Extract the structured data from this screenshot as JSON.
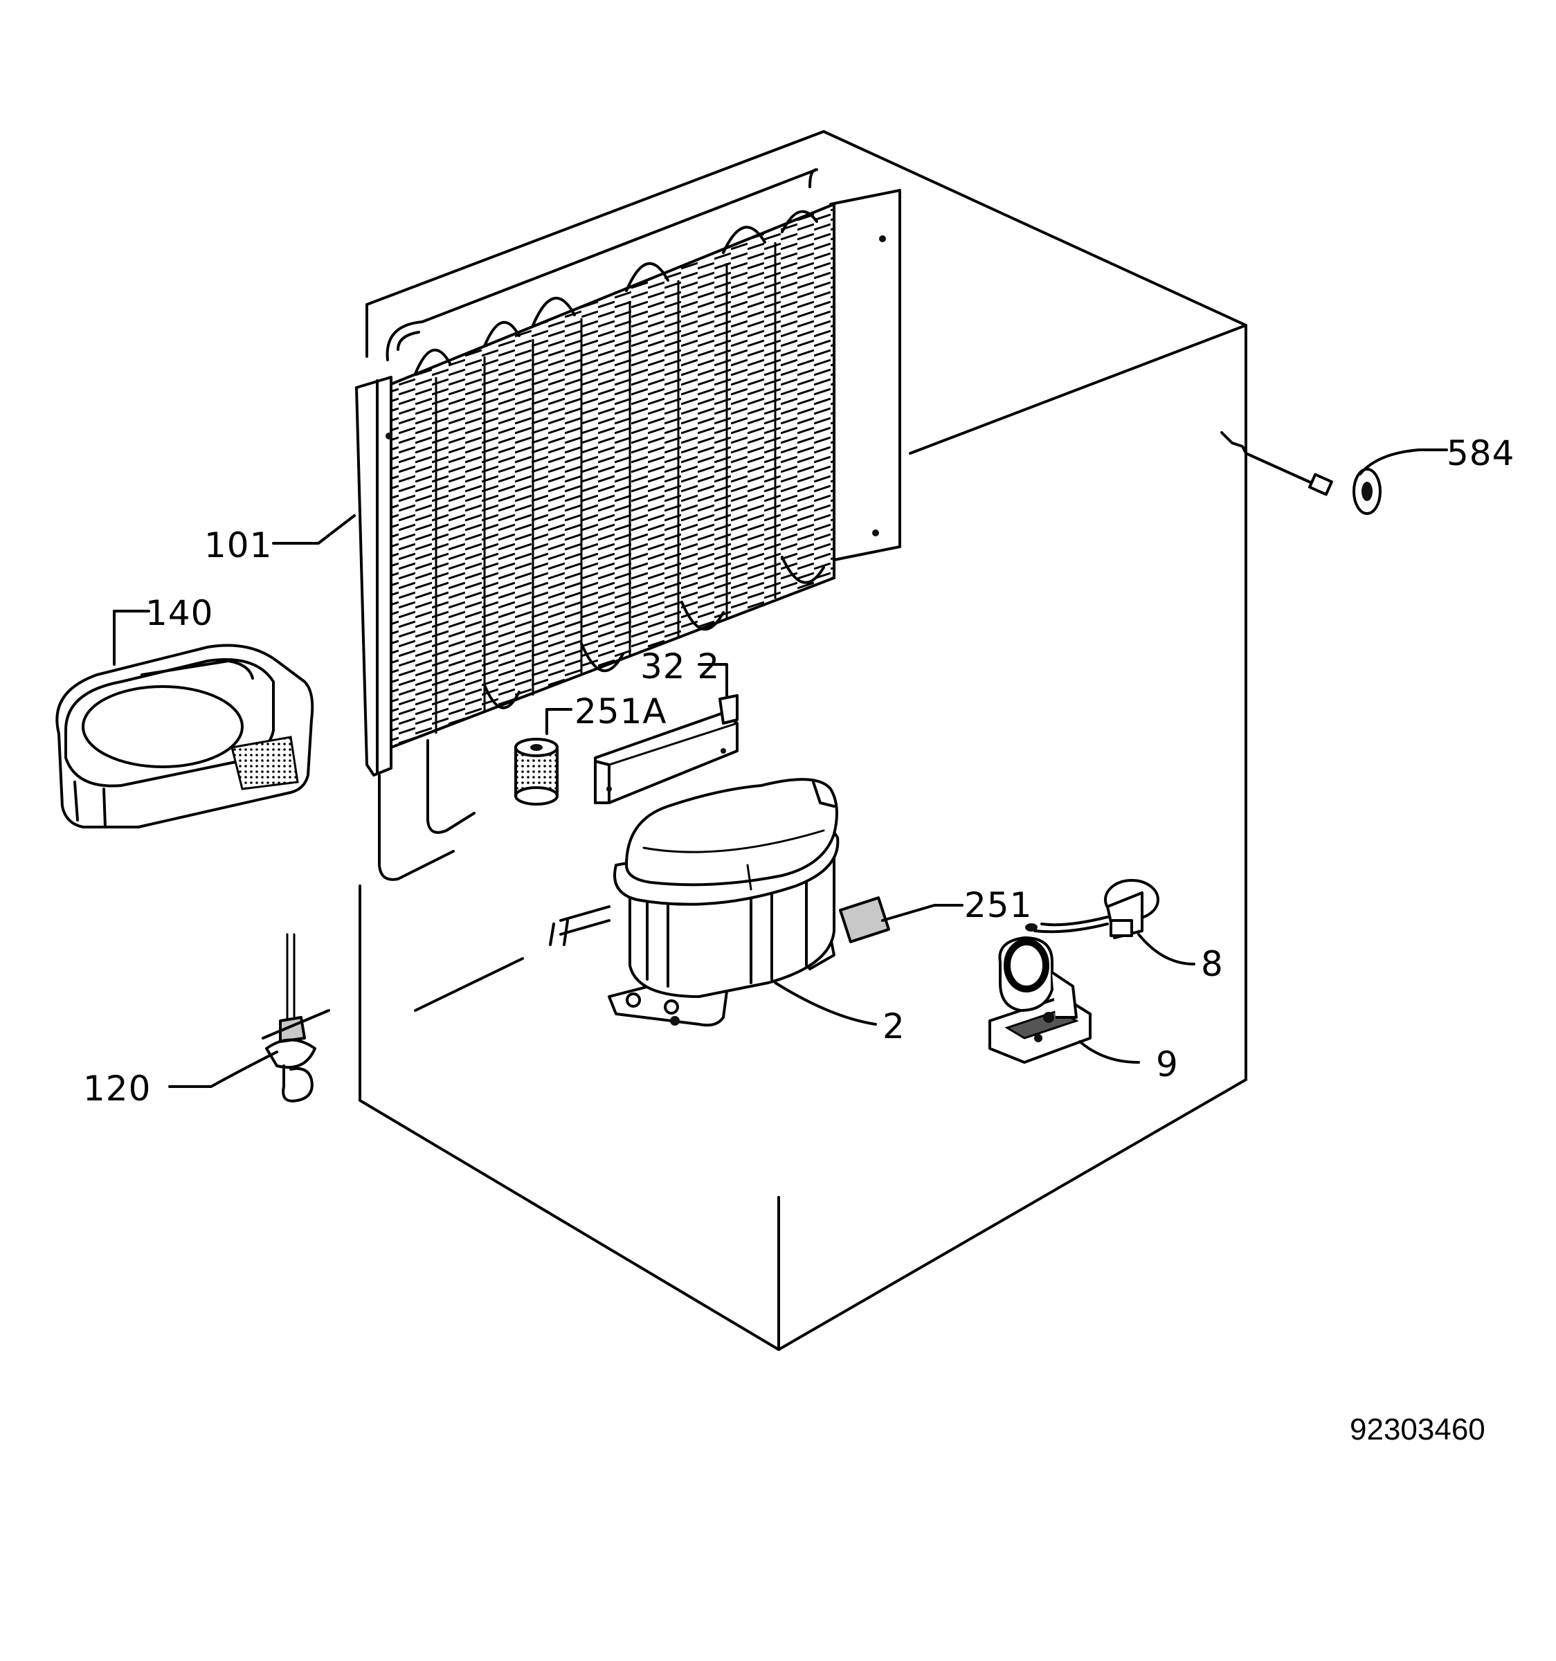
{
  "callouts": [
    {
      "id": "584",
      "text": "584"
    },
    {
      "id": "101",
      "text": "101"
    },
    {
      "id": "140",
      "text": "140"
    },
    {
      "id": "322",
      "text": "32 2"
    },
    {
      "id": "251A",
      "text": "251A"
    },
    {
      "id": "251",
      "text": "251"
    },
    {
      "id": "8",
      "text": "8"
    },
    {
      "id": "2",
      "text": "2"
    },
    {
      "id": "9",
      "text": "9"
    },
    {
      "id": "120",
      "text": "120"
    }
  ],
  "document_number": "92303460"
}
